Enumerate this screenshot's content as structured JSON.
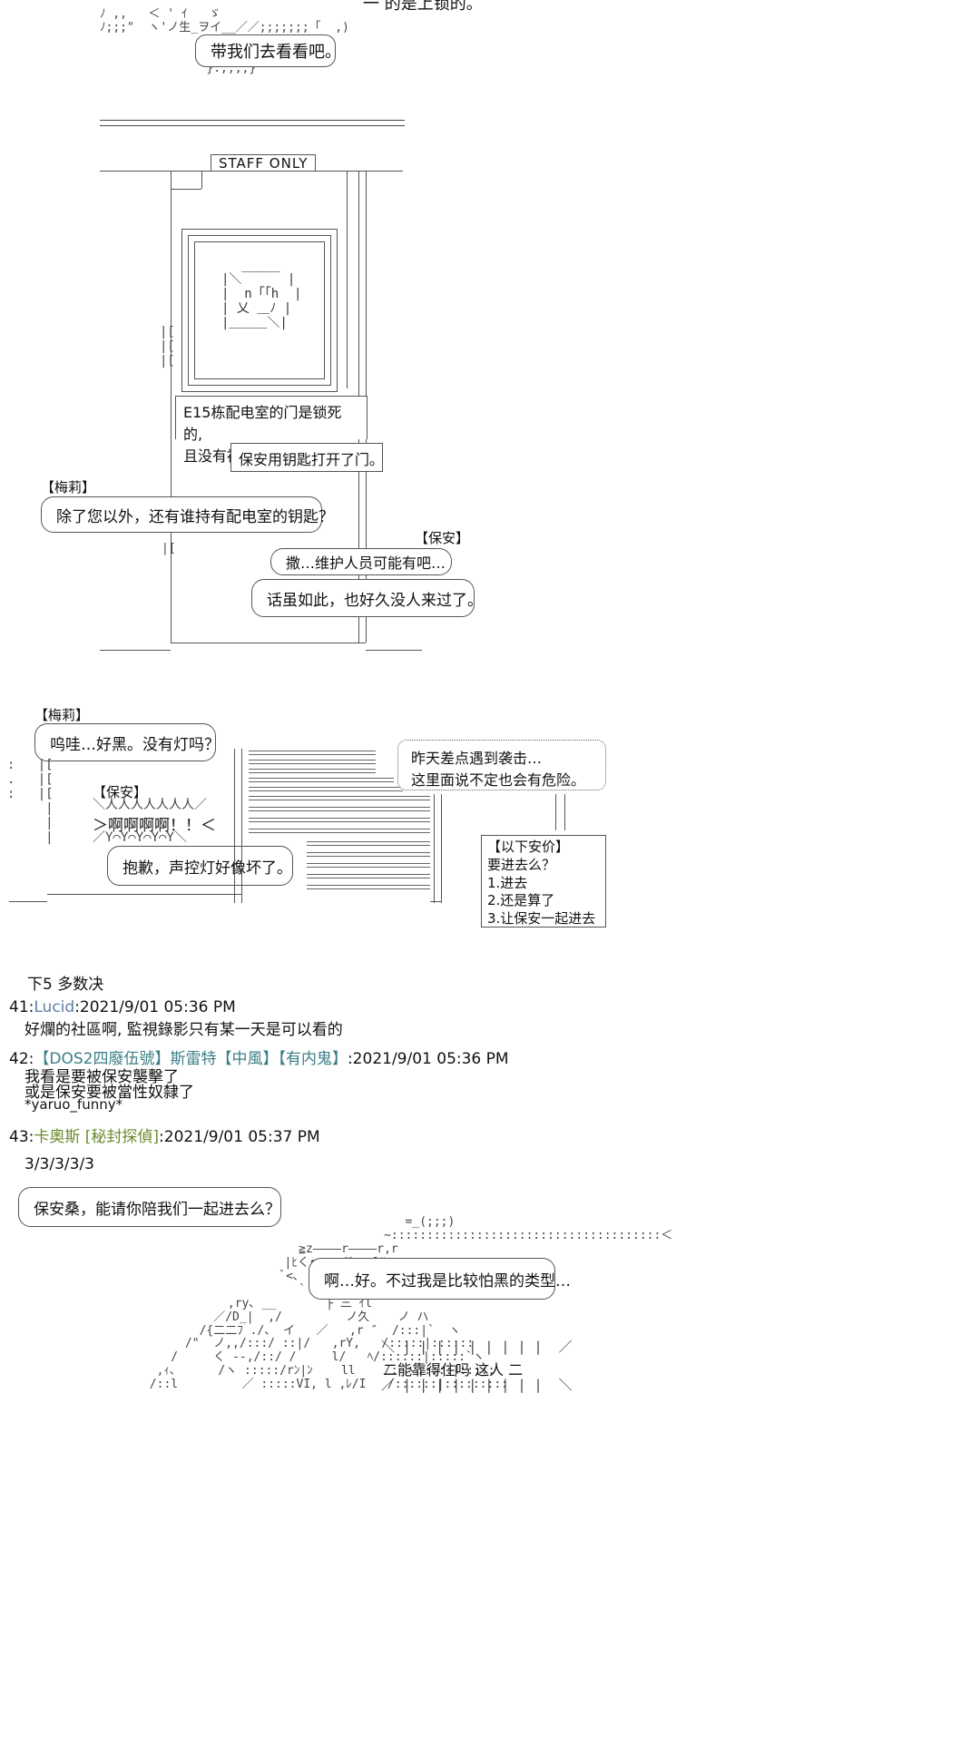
{
  "top_fragment": {
    "line1": "一 的是上锁的。",
    "aa_lines": [
      "ﾉ ,,   ＜ ' ｲ   ゞ",
      "ﾉ;;;\"  ヽ'ノ生_ヲイ__／／;;;;;;;「  ,)",
      "/;;;;| ''",
      "{:;;;;{",
      "}:;;;;}"
    ],
    "bubble": "带我们去看看吧。"
  },
  "door_scene": {
    "sign": "STAFF  ONLY",
    "caption_line1": "E15栋配电室的门是锁死的,",
    "caption_line2": "且没有被撬开过的痕迹。",
    "caption_line3": "保安用钥匙打开了门。",
    "meili_label": "【梅莉】",
    "meili_line": "除了您以外，还有谁持有配电室的钥匙？",
    "guard_label": "【保安】",
    "guard_line1": "撒…维护人员可能有吧…",
    "guard_line2": "话虽如此，也好久没人来过了。"
  },
  "dark_scene": {
    "meili_label": "【梅莉】",
    "meili_line": "呜哇…好黑。没有灯吗？",
    "guard_label": "【保安】",
    "shout": "＞啊啊啊啊！！＜",
    "guard_line": "抱歉，声控灯好像坏了。",
    "thought_line1": "昨天差点遇到袭击…",
    "thought_line2": "这里面说不定也会有危险。",
    "choice_title": "【以下安价】",
    "choice_q": "要进去么？",
    "choice_1": "1.进去",
    "choice_2": "2.还是算了",
    "choice_3": "3.让保安一起进去"
  },
  "vote_note": "下5 多数决",
  "posts": [
    {
      "num": "41",
      "name": "Lucid",
      "date": ":2021/9/01 05:36 PM",
      "lines": [
        "好爛的社區啊, 監視錄影只有某一天是可以看的"
      ]
    },
    {
      "num": "42",
      "name": "【DOS2四廢伍號】斯雷特【中風】【有内鬼】",
      "date": ":2021/9/01 05:36 PM",
      "lines": [
        "我看是要被保安襲擊了",
        "或是保安要被當性奴隸了",
        "*yaruo_funny*"
      ]
    },
    {
      "num": "43",
      "name": "卡奧斯 [秘封探偵]",
      "date": ":2021/9/01 05:37 PM",
      "lines": [
        "3/3/3/3/3"
      ]
    }
  ],
  "final_scene": {
    "ask": "保安桑，能请你陪我们一起进去么？",
    "reply": "啊…好。不过我是比较怕黑的类型…",
    "aside": "二能靠得住吗 这人 二"
  },
  "colors": {
    "name_blue": "#5a7fa8",
    "name_teal": "#3b7f88",
    "name_green": "#6a8b2f"
  }
}
